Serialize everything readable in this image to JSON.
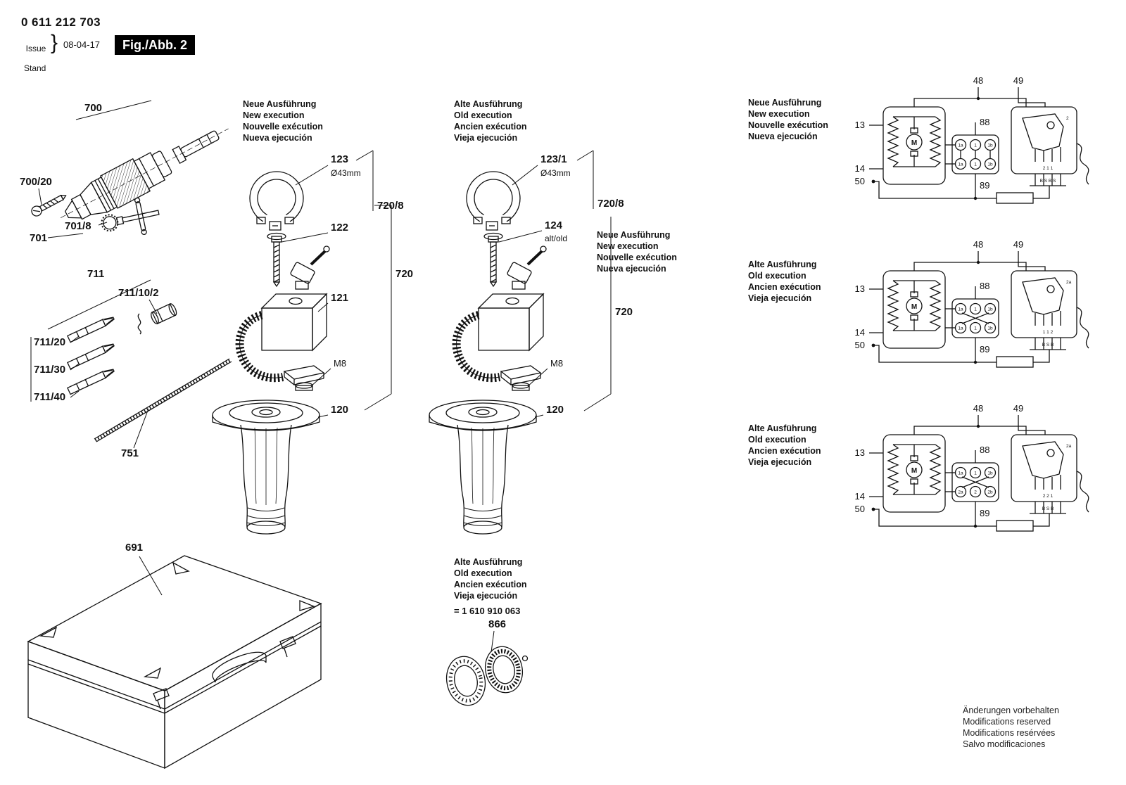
{
  "header": {
    "part_number": "0 611 212 703",
    "issue": "Issue",
    "stand": "Stand",
    "brace": "}",
    "date": "08-04-17",
    "fig": "Fig./Abb. 2"
  },
  "blocks": {
    "neue": "Neue Ausführung\nNew execution\nNouvelle exécution\nNueva ejecución",
    "alte": "Alte Ausführung\nOld execution\nAncien exécution\nVieja ejecución"
  },
  "parts": {
    "chuck": {
      "p700": "700",
      "p700_20": "700/20",
      "p701": "701",
      "p701_8": "701/8"
    },
    "bits": {
      "p711": "711",
      "p711_10_2": "711/10/2",
      "p711_20": "711/20",
      "p711_30": "711/30",
      "p711_40": "711/40",
      "p751": "751"
    },
    "handle_new": {
      "p123": "123",
      "dia": "Ø43mm",
      "p122": "122",
      "p121": "121",
      "p720_8": "720/8",
      "p720": "720",
      "m8": "M8",
      "p120": "120"
    },
    "handle_old": {
      "p123_1": "123/1",
      "dia": "Ø43mm",
      "p124": "124",
      "alt_old": "alt/old",
      "p720_8": "720/8",
      "p720": "720",
      "m8": "M8",
      "p120": "120"
    },
    "case": {
      "p691": "691"
    },
    "bearing": {
      "ref": "= 1 610 910 063",
      "p866": "866"
    }
  },
  "wiring": {
    "motor": "M",
    "pins": {
      "p13": "13",
      "p14": "14",
      "p50": "50",
      "p48": "48",
      "p49": "49",
      "p88": "88",
      "p89": "89"
    },
    "d1": {
      "row1": [
        "1a",
        "1",
        "1b"
      ],
      "row2": [
        "1a",
        "1",
        "1b"
      ],
      "switch_pins": "2 1 1",
      "switch_pins2": "B S B S",
      "switch_tag": "2"
    },
    "d2": {
      "row1": [
        "1a",
        "1",
        "1b"
      ],
      "row2": [
        "1a",
        "1",
        "1b"
      ],
      "switch_pins": "1 1 2",
      "switch_pins2": "B S B",
      "switch_tag": "2a"
    },
    "d3": {
      "row1": [
        "1a",
        "1",
        "1b"
      ],
      "row2": [
        "2a",
        "2",
        "2b"
      ],
      "switch_pins": "2 2 1",
      "switch_pins2": "B S B",
      "switch_tag": "2a"
    }
  },
  "colors": {
    "ink": "#111111",
    "badge_bg": "#000000",
    "badge_fg": "#ffffff",
    "paper": "#ffffff"
  },
  "footer": {
    "notice": "Änderungen vorbehalten\nModifications reserved\nModifications resérvées\nSalvo modificaciones"
  }
}
